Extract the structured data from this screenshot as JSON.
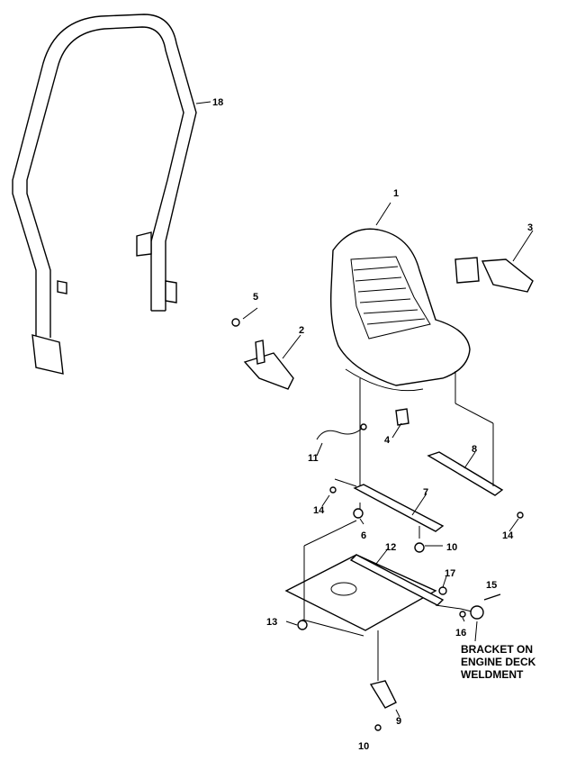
{
  "callouts": {
    "c1": "1",
    "c2": "2",
    "c3": "3",
    "c4": "4",
    "c5": "5",
    "c6": "6",
    "c7": "7",
    "c8": "8",
    "c9": "9",
    "c10a": "10",
    "c10b": "10",
    "c11": "11",
    "c12": "12",
    "c13": "13",
    "c14a": "14",
    "c14b": "14",
    "c15": "15",
    "c16": "16",
    "c17": "17",
    "c18": "18"
  },
  "note": {
    "line1": "BRACKET ON",
    "line2": "ENGINE DECK",
    "line3": "WELDMENT"
  }
}
